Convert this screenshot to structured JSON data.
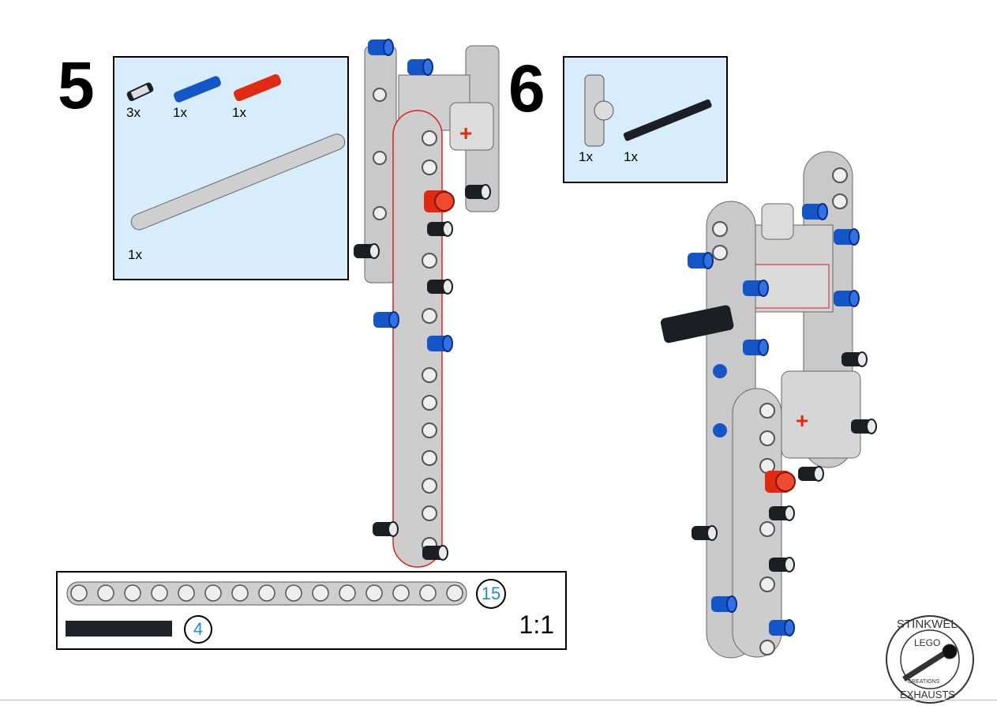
{
  "steps": [
    {
      "number": "5",
      "parts": [
        {
          "name": "pin-with-friction",
          "color": "#1b1f24",
          "qty": "3x"
        },
        {
          "name": "long-pin",
          "color": "#1456c8",
          "qty": "1x"
        },
        {
          "name": "long-pin-with-bush",
          "color": "#e02a12",
          "qty": "1x"
        },
        {
          "name": "beam-15",
          "color": "#c8c8c8",
          "qty": "1x"
        }
      ]
    },
    {
      "number": "6",
      "parts": [
        {
          "name": "cross-block",
          "color": "#c8c8c8",
          "qty": "1x"
        },
        {
          "name": "axle-4",
          "color": "#1b1f24",
          "qty": "1x"
        }
      ]
    }
  ],
  "ruler": {
    "beam_length": "15",
    "axle_length": "4",
    "scale": "1:1"
  },
  "logo": {
    "text_top": "STINKWEL",
    "text_mid": "LEGO",
    "text_band": "CREATIONS",
    "text_bottom": "EXHAUSTS"
  },
  "colors": {
    "panel_bg": "#d7edfb",
    "accent": "#1a8ee0",
    "grey": "#c8c8c8",
    "blue": "#1456c8",
    "red": "#e02a12",
    "black": "#1b1f24"
  }
}
